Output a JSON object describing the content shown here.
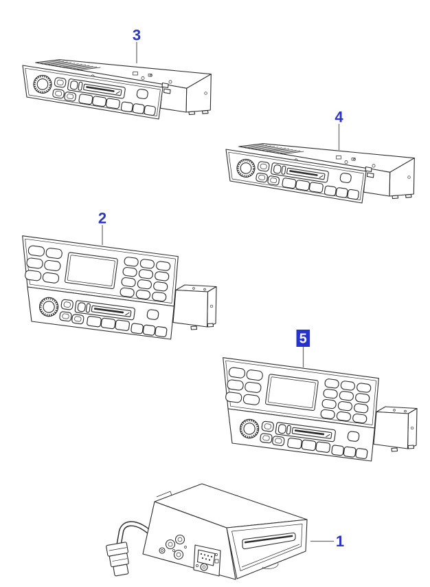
{
  "diagram": {
    "background": "#ffffff",
    "colors": {
      "callout_text": "#2b35c4",
      "highlight_bg": "#2433cc",
      "highlight_text": "#ffffff",
      "line_art": "#2b2b2b",
      "leader_line": "#6f6f6f"
    },
    "callouts": [
      {
        "number": "1",
        "figure": "cd-changer-with-cable",
        "highlighted": false
      },
      {
        "number": "2",
        "figure": "audio-unit-with-display-and-keypad",
        "highlighted": false
      },
      {
        "number": "3",
        "figure": "radio-cassette-unit",
        "highlighted": false
      },
      {
        "number": "4",
        "figure": "radio-cassette-unit",
        "highlighted": false
      },
      {
        "number": "5",
        "figure": "audio-unit-with-display-and-keypad",
        "highlighted": true
      }
    ]
  }
}
